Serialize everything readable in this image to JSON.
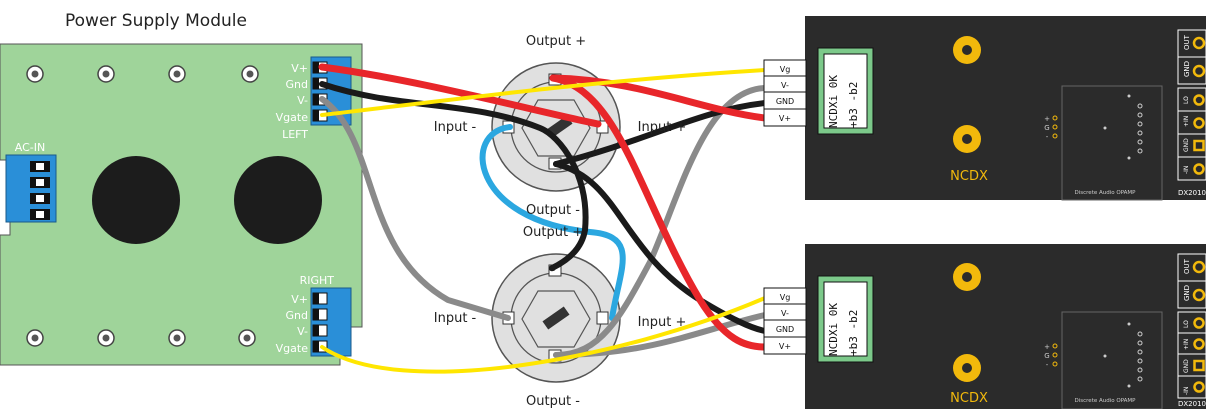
{
  "title": "Power Supply Module",
  "psu": {
    "ac_in": "AC-IN",
    "left_label": "LEFT",
    "right_label": "RIGHT",
    "pins": [
      "V+",
      "Gnd",
      "V-",
      "Vgate"
    ]
  },
  "terminals": {
    "output_plus": "Output +",
    "output_minus": "Output -",
    "input_plus": "Input +",
    "input_minus": "Input -"
  },
  "module": {
    "pins": [
      "Vg",
      "V-",
      "GND",
      "V+"
    ],
    "chip_line1": "NCDXi 0K",
    "chip_line2": "+b3 -b2",
    "brand": "NCDX",
    "opamp_label": "Discrete Audio OPAMP",
    "model": "DX2010",
    "right_pins": [
      "OUT",
      "GND"
    ],
    "header_pins": [
      "LO",
      "+IN",
      "GND",
      "-IN"
    ],
    "pgm": [
      "+",
      "G",
      "-"
    ]
  },
  "colors": {
    "board": "#9fd49a",
    "terminal_block": "#2a8fd8",
    "module": "#2b2b2b",
    "pad": "#f2b90c",
    "wire_red": "#e8262a",
    "wire_black": "#1a1a1a",
    "wire_gray": "#8a8a8a",
    "wire_yellow": "#ffe600",
    "wire_blue": "#2ba7e0"
  }
}
